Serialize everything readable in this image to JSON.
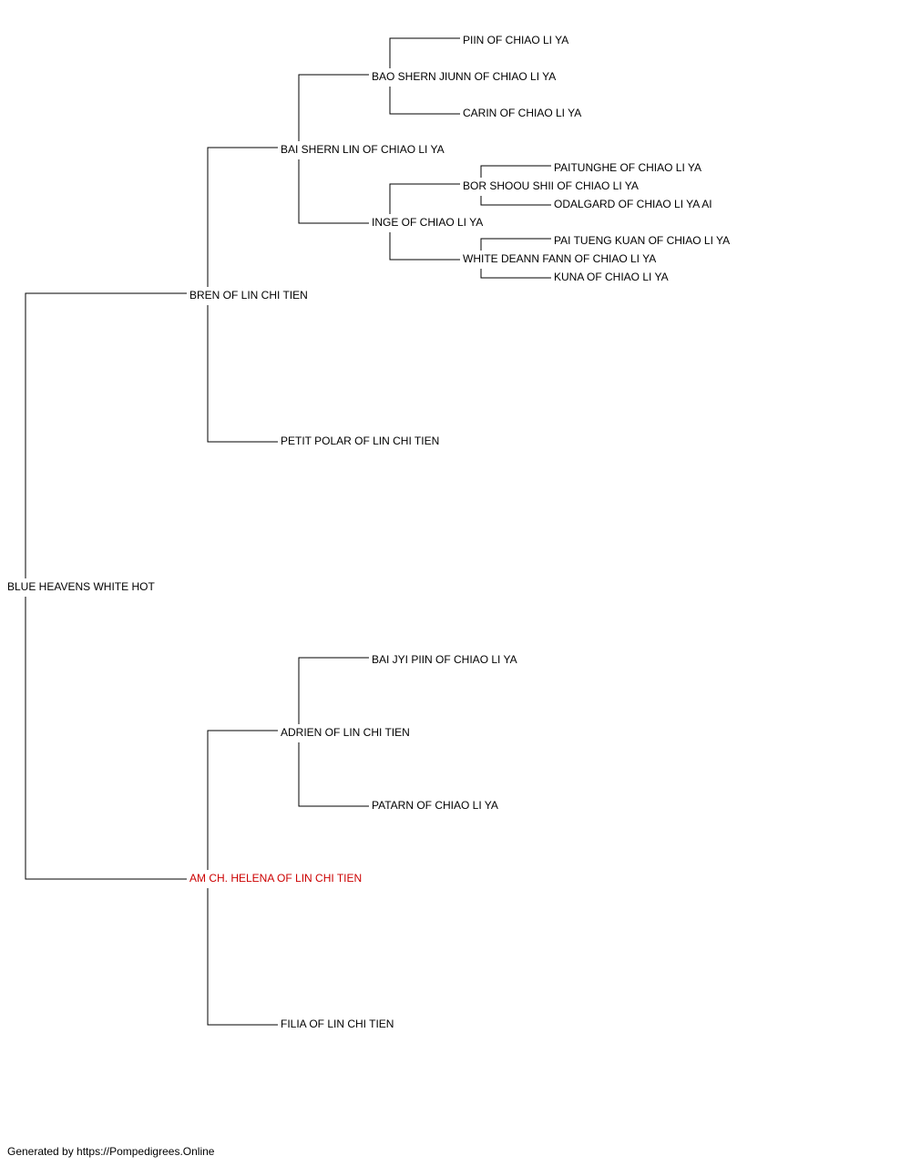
{
  "dogs": {
    "subject": "BLUE HEAVENS WHITE HOT",
    "sire": "BREN OF LIN CHI TIEN",
    "dam": "AM CH. HELENA OF LIN CHI TIEN",
    "sire_sire": "BAI SHERN LIN OF CHIAO LI YA",
    "sire_dam": "PETIT POLAR OF LIN CHI TIEN",
    "dam_sire": "ADRIEN OF LIN CHI TIEN",
    "dam_dam": "FILIA OF LIN CHI TIEN",
    "sss": "BAO SHERN JIUNN OF CHIAO LI YA",
    "ssd": "INGE OF CHIAO LI YA",
    "dss": "BAI JYI PIIN OF CHIAO LI YA",
    "dsd": "PATARN OF CHIAO LI YA",
    "ssss": "PIIN OF CHIAO LI YA",
    "sssd": "CARIN OF CHIAO LI YA",
    "ssds": "BOR SHOOU SHII OF CHIAO LI YA",
    "ssdd": "WHITE DEANN FANN OF CHIAO LI YA",
    "ssdss": "PAITUNGHE OF CHIAO LI YA",
    "ssdsd": "ODALGARD OF CHIAO LI YA AI",
    "ssdds": "PAI TUENG KUAN OF CHIAO LI YA",
    "ssddd": "KUNA OF CHIAO LI YA"
  },
  "footer": {
    "credit": "Generated by https://Pompedigrees.Online"
  },
  "colors": {
    "line": "#000000",
    "text": "#000000",
    "highlight": "#cc0000"
  }
}
